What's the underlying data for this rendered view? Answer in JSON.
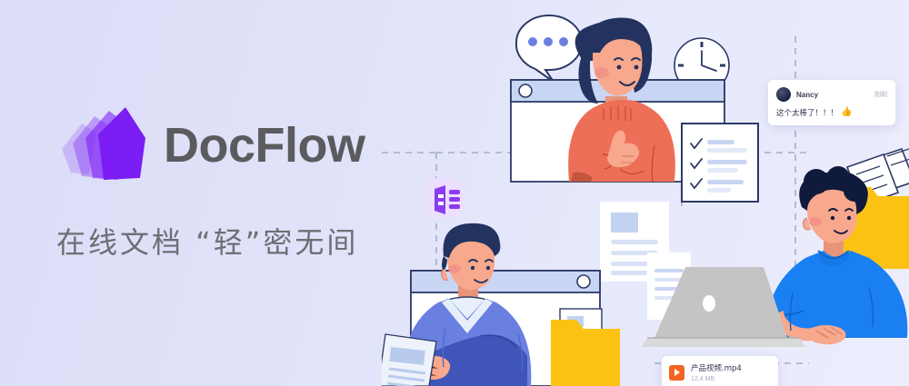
{
  "brand": {
    "name": "DocFlow",
    "tagline": "在线文档  “轻”密无间",
    "logo_icon": "fanned-pages-logo",
    "accent_color": "#7c1df5",
    "wordmark_color": "#5b5b5f",
    "tagline_color": "#6e6e74"
  },
  "background": {
    "gradient_from": "#dbddf7",
    "gradient_to": "#eceefd"
  },
  "illustration": {
    "name": "online-collaboration-illustration",
    "palette": {
      "navy": "#24325f",
      "coral": "#ee6f57",
      "periwinkle": "#6a80e0",
      "bright_blue": "#1a7ff2",
      "yellow": "#fbc214",
      "skin": "#f7a88d",
      "gray": "#c4c4c4",
      "line_blue": "#c9d6f3",
      "orange": "#f26522"
    },
    "speech_bubble": {
      "name": "typing-indicator-bubble",
      "dots": 3,
      "dot_color": "#6a80e0"
    },
    "clock": {
      "name": "clock-icon",
      "label": "clock"
    },
    "browser_window_top": {
      "name": "browser-window-woman",
      "control_dots": 1
    },
    "browser_window_bottom": {
      "name": "browser-window-man",
      "control_dots": 1
    },
    "checklist_card": {
      "name": "checklist-card",
      "items": 3,
      "check_color": "#24325f"
    },
    "document_card": {
      "name": "document-preview-card",
      "text_lines": 4
    },
    "app_icon": {
      "name": "doc-app-icon",
      "color": "#8b3bf0"
    },
    "folder_yellow_left": {
      "name": "yellow-folder-left"
    },
    "folder_yellow_right": {
      "name": "yellow-folder-right"
    },
    "people": [
      {
        "name": "woman-thumbs-up",
        "outfit_color": "#ee6f57",
        "hair_color": "#24325f"
      },
      {
        "name": "man-holding-document",
        "outfit_color": "#6a80e0",
        "hair_color": "#24325f"
      },
      {
        "name": "man-with-laptop",
        "outfit_color": "#1a7ff2",
        "hair_color": "#101a3d"
      }
    ]
  },
  "chat_card": {
    "name": "chat-message-card",
    "avatar": "user-avatar",
    "username": "Nancy",
    "timestamp": "刚刚",
    "message": "这个太棒了！！！",
    "reaction": "👍"
  },
  "file_card": {
    "name": "video-file-card",
    "icon": "video-play-icon",
    "filename": "产品视频.mp4",
    "meta": "12.4 MB"
  }
}
